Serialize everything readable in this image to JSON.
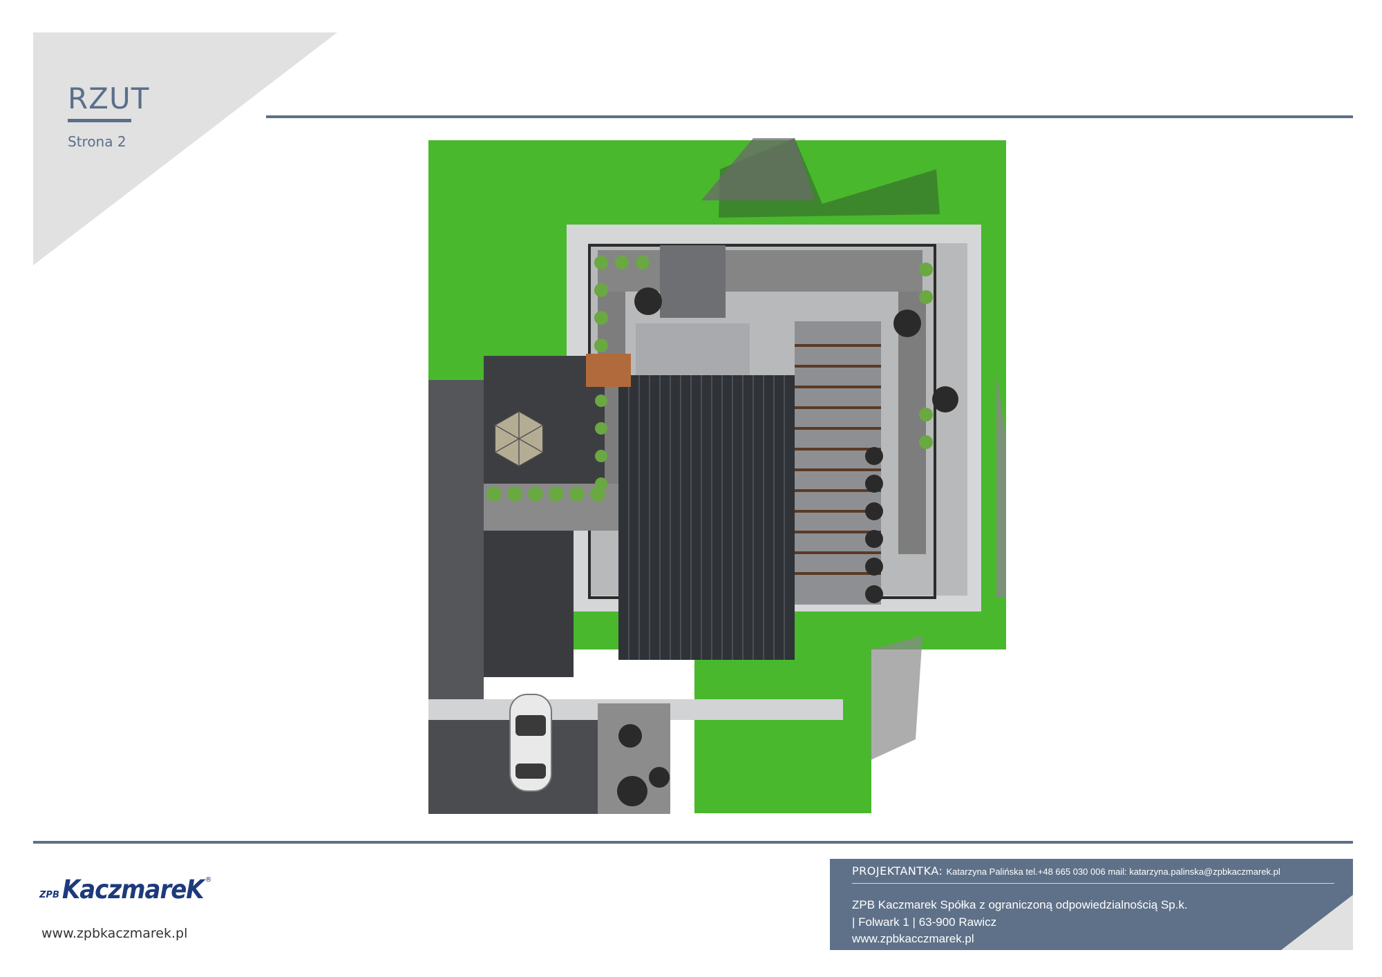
{
  "header": {
    "title": "RZUT",
    "subtitle": "Strona 2"
  },
  "footer": {
    "logo_prefix": "ZPB",
    "logo_name": "KaczmareK",
    "logo_mark": "®",
    "website": "www.zpbkaczmarek.pl",
    "designer_label": "PROJEKTANTKA:",
    "designer_info": "Katarzyna Palińska tel.+48 665 030 006 mail: katarzyna.palinska@zpbkaczmarek.pl",
    "company": "ZPB Kaczmarek Spółka z ograniczoną odpowiedzialnością Sp.k.",
    "address": "| Folwark 1 | 63-900 Rawicz",
    "company_website": "www.zpbkacczmarek.pl"
  },
  "colors": {
    "accent": "#5e7188",
    "lawn": "#49b82d",
    "roof": "#2f3338",
    "paving": "#5c5d61",
    "path": "#d7d9db",
    "brand_blue": "#1d3a7c"
  }
}
